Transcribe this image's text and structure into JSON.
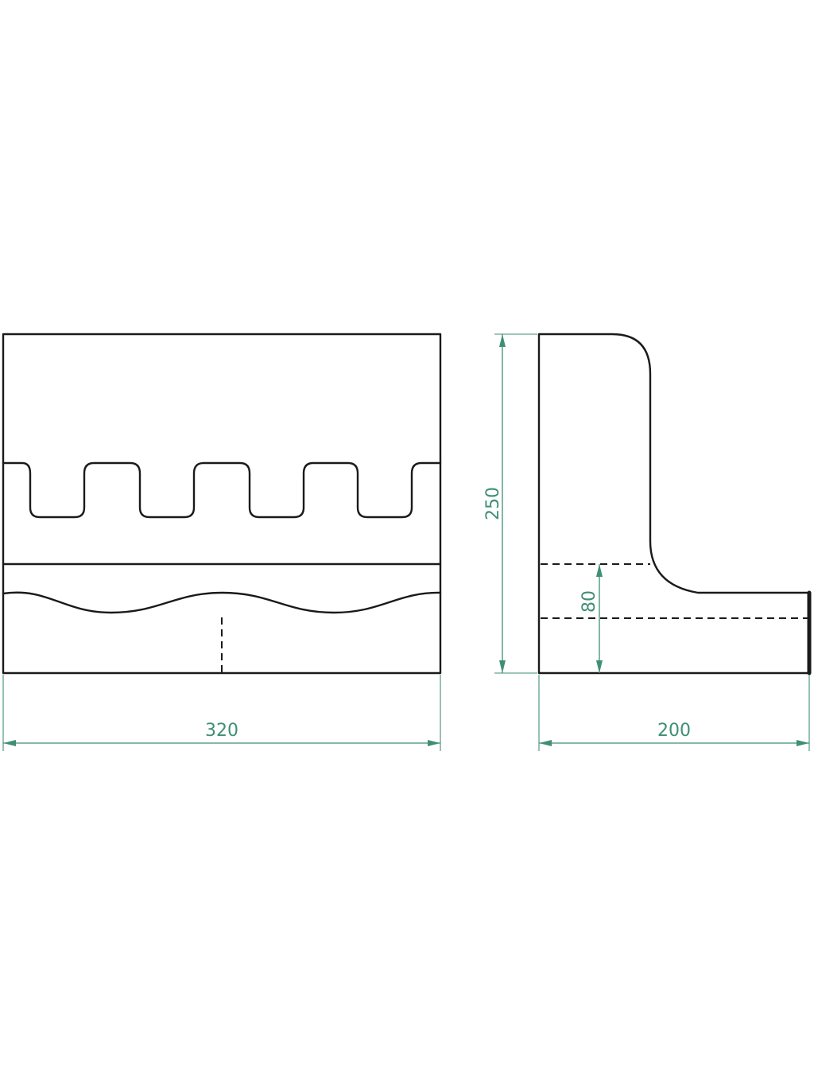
{
  "dimensions": {
    "width_front": "320",
    "depth_side": "200",
    "height_total": "250",
    "height_lower": "80"
  },
  "colors": {
    "outline": "#1a1a1a",
    "dimension": "#3f8f73",
    "background": "#ffffff"
  }
}
